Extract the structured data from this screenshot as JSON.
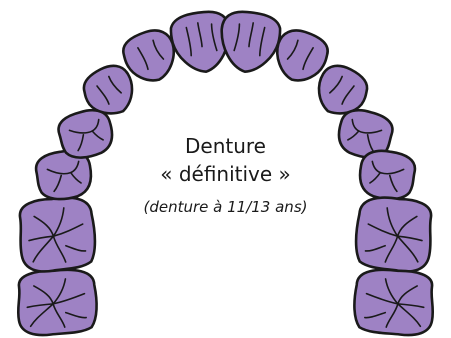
{
  "diagram": {
    "title_line_1": "Denture",
    "title_line_2": "« définitive »",
    "subtitle": "(denture à 11/13 ans)"
  },
  "colors": {
    "tooth_fill": "#9E82C4",
    "outline": "#1a1a1a",
    "background": "#ffffff"
  },
  "teeth": {
    "count": 14,
    "types": [
      "molar",
      "molar",
      "premolar",
      "premolar",
      "canine",
      "lateral-incisor",
      "central-incisor",
      "central-incisor",
      "lateral-incisor",
      "canine",
      "premolar",
      "premolar",
      "molar",
      "molar"
    ]
  }
}
